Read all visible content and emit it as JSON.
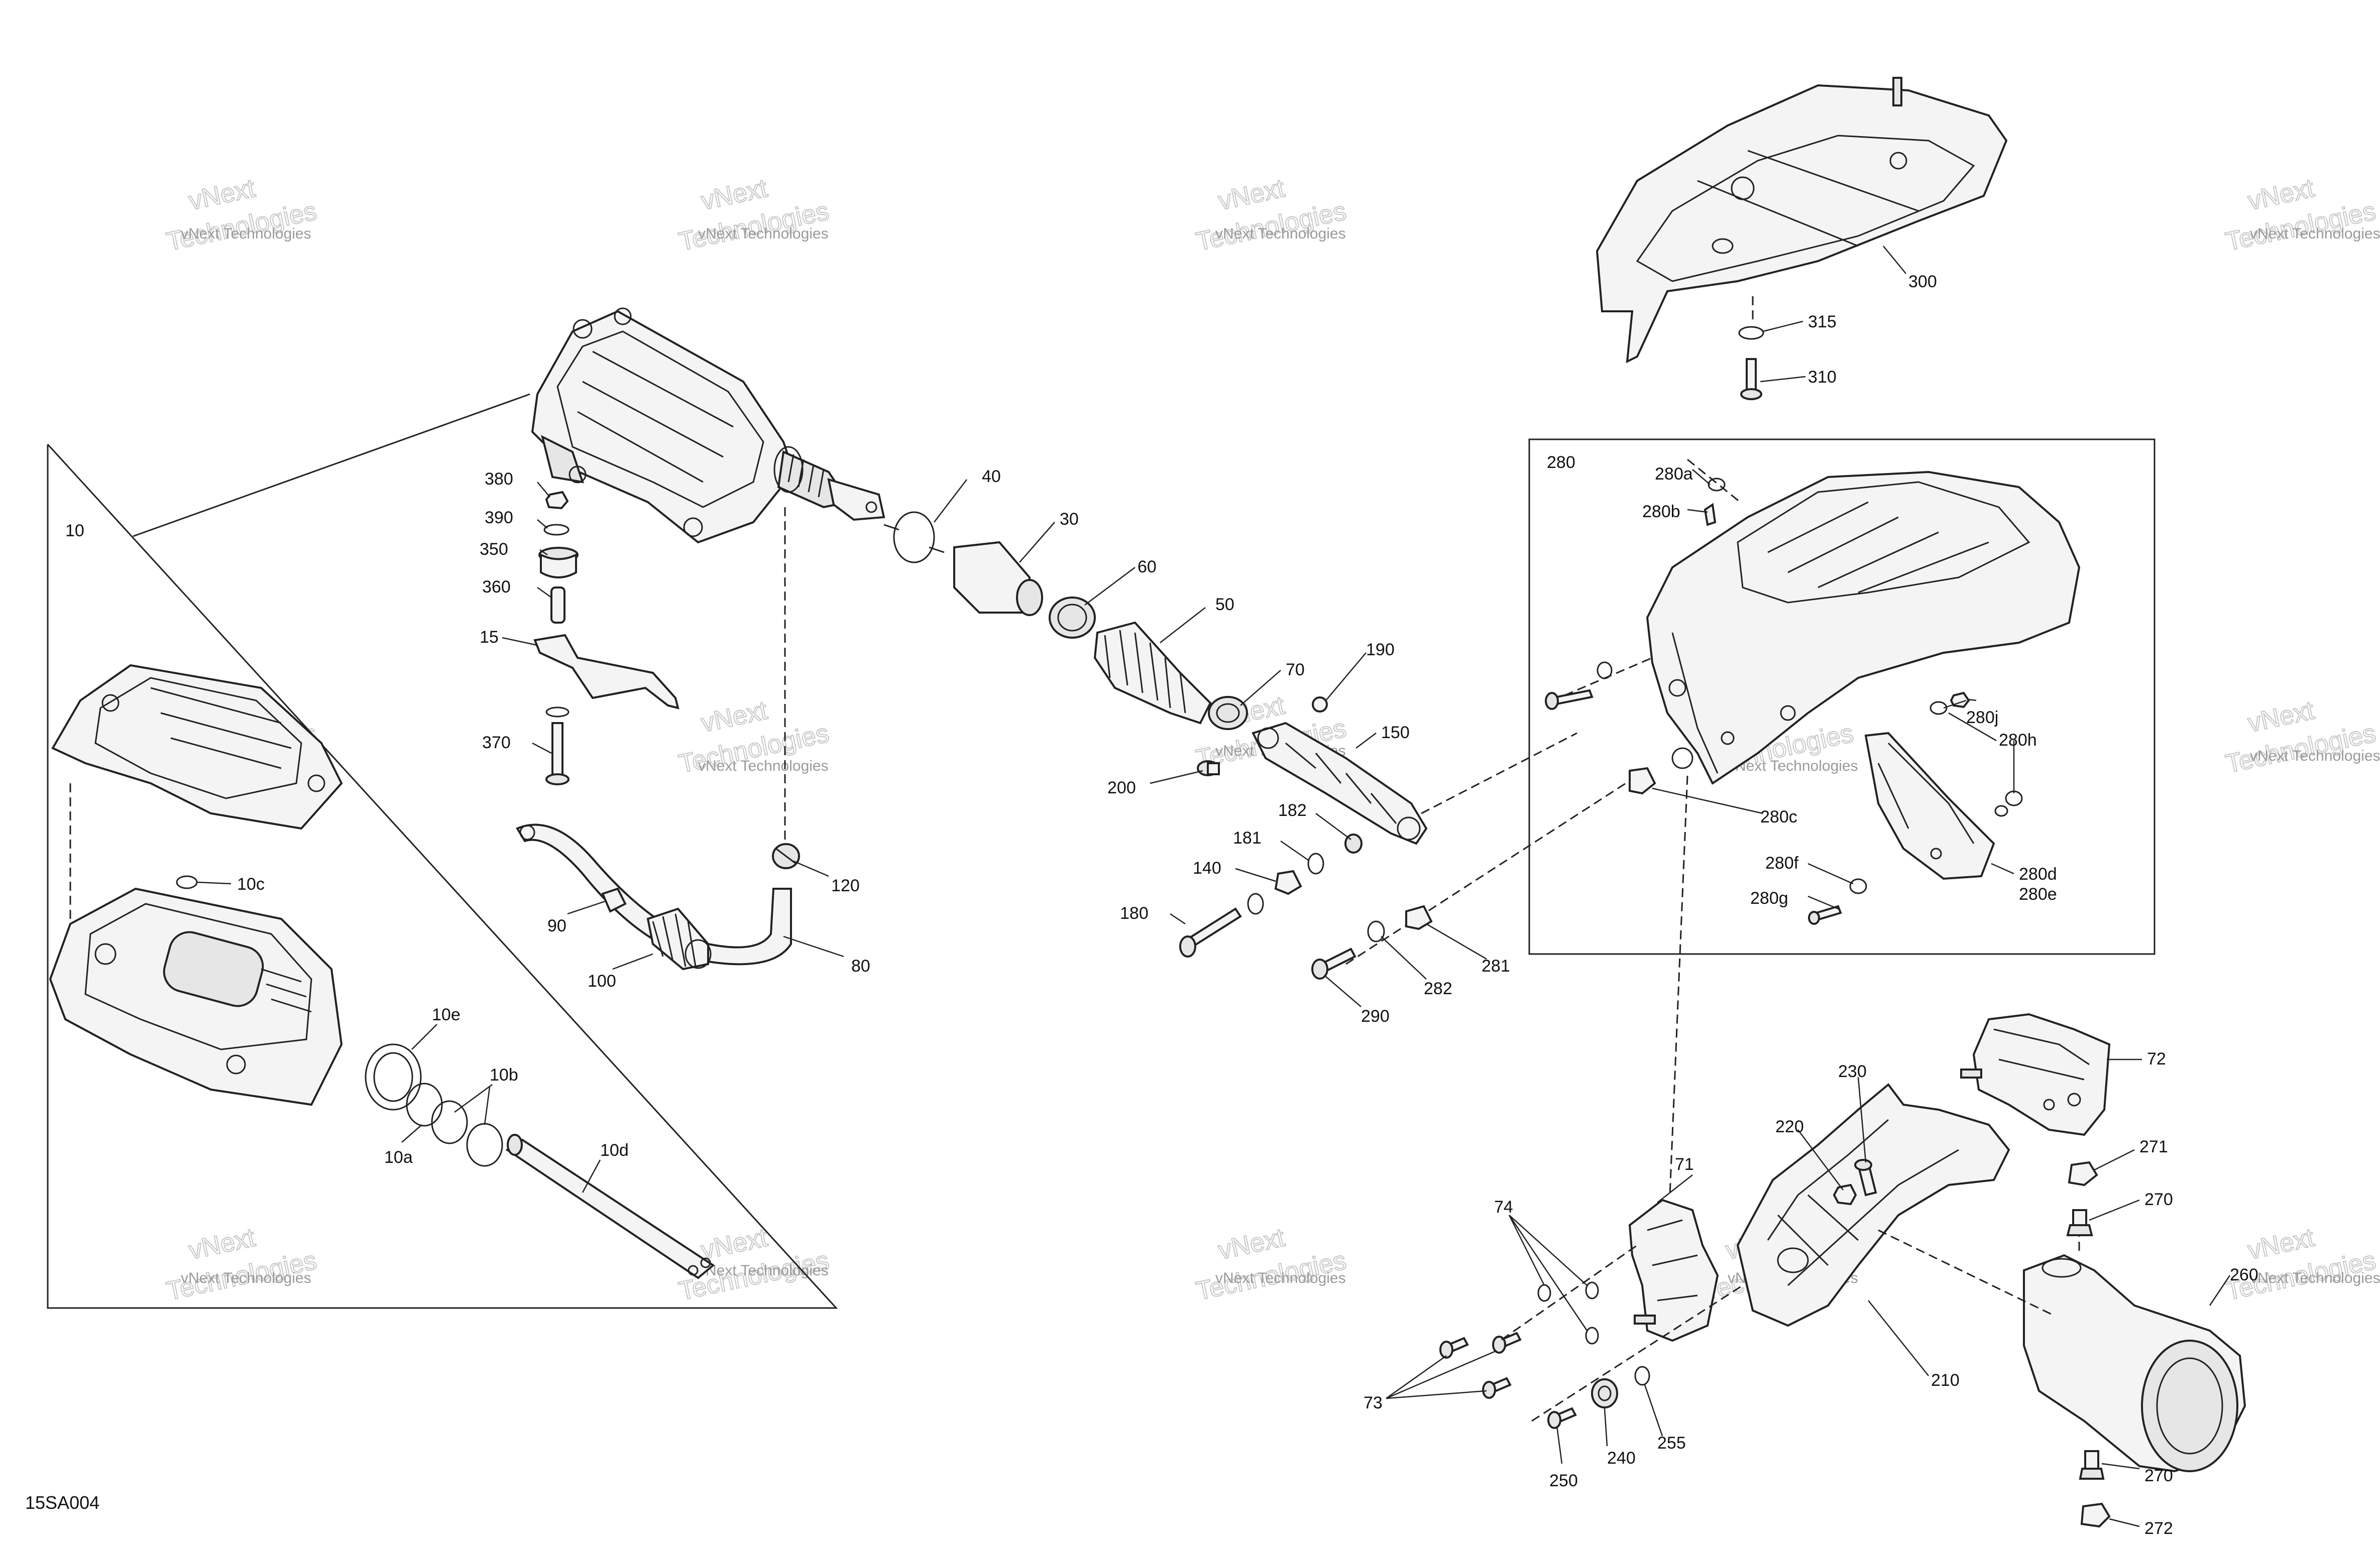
{
  "watermark": {
    "brand": "vNext Technologies",
    "word_top": "vNext",
    "word_bottom": "Technologies"
  },
  "diagram_code": "15SA004",
  "callouts": {
    "c10": "10",
    "c10a": "10a",
    "c10b": "10b",
    "c10c": "10c",
    "c10d": "10d",
    "c10e": "10e",
    "c15": "15",
    "c30": "30",
    "c40": "40",
    "c50": "50",
    "c60": "60",
    "c70": "70",
    "c71": "71",
    "c72": "72",
    "c73": "73",
    "c74": "74",
    "c80": "80",
    "c90": "90",
    "c100": "100",
    "c120": "120",
    "c140": "140",
    "c150": "150",
    "c180": "180",
    "c181": "181",
    "c182": "182",
    "c190": "190",
    "c200": "200",
    "c210": "210",
    "c220": "220",
    "c230": "230",
    "c240": "240",
    "c250": "250",
    "c255": "255",
    "c260": "260",
    "c270a": "270",
    "c270b": "270",
    "c271": "271",
    "c272": "272",
    "c280": "280",
    "c280a": "280a",
    "c280b": "280b",
    "c280c": "280c",
    "c280d": "280d",
    "c280e": "280e",
    "c280f": "280f",
    "c280g": "280g",
    "c280h": "280h",
    "c280j": "280j",
    "c281": "281",
    "c282": "282",
    "c290": "290",
    "c300": "300",
    "c310": "310",
    "c315": "315",
    "c350": "350",
    "c360": "360",
    "c370": "370",
    "c380": "380",
    "c390": "390"
  }
}
